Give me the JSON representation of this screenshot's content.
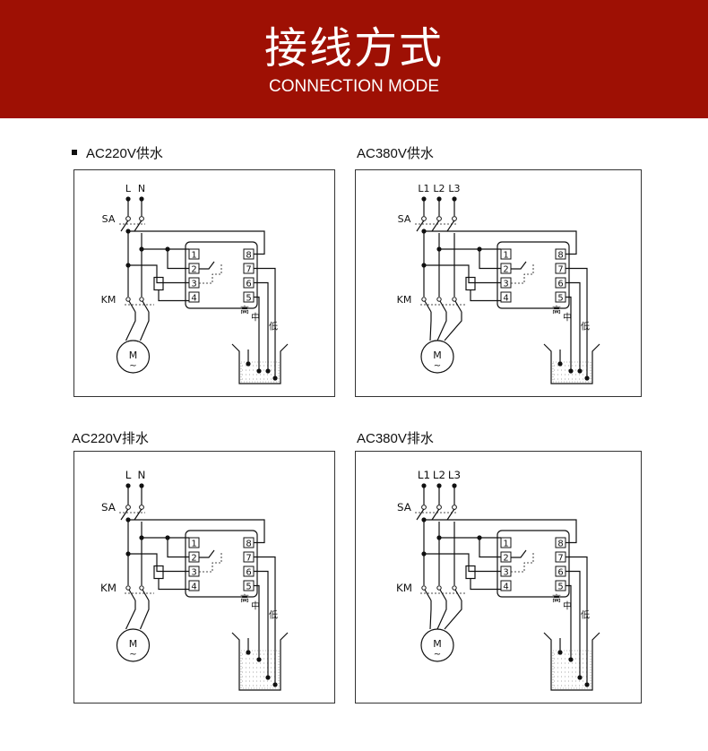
{
  "header": {
    "title": "接线方式",
    "subtitle": "CONNECTION MODE"
  },
  "colors": {
    "banner": "#9e1004",
    "banner_text": "#ffffff",
    "line": "#111111"
  },
  "panels": [
    {
      "caption": "AC220V供水",
      "supply": [
        "L",
        "N"
      ],
      "switch_label": "SA",
      "contactor_label": "KM",
      "motor_label": "M",
      "motor_symbol": "~",
      "terminals_left": [
        "1",
        "2",
        "3",
        "4"
      ],
      "terminals_right": [
        "8",
        "7",
        "6",
        "5"
      ],
      "levels": [
        "高",
        "中",
        "低"
      ]
    },
    {
      "caption": "AC380V供水",
      "supply": [
        "L1",
        "L2",
        "L3"
      ],
      "switch_label": "SA",
      "contactor_label": "KM",
      "motor_label": "M",
      "motor_symbol": "~",
      "terminals_left": [
        "1",
        "2",
        "3",
        "4"
      ],
      "terminals_right": [
        "8",
        "7",
        "6",
        "5"
      ],
      "levels": [
        "高",
        "中",
        "低"
      ]
    },
    {
      "caption": "AC220V排水",
      "supply": [
        "L",
        "N"
      ],
      "switch_label": "SA",
      "contactor_label": "KM",
      "motor_label": "M",
      "motor_symbol": "~",
      "terminals_left": [
        "1",
        "2",
        "3",
        "4"
      ],
      "terminals_right": [
        "8",
        "7",
        "6",
        "5"
      ],
      "levels": [
        "高",
        "中",
        "低"
      ]
    },
    {
      "caption": "AC380V排水",
      "supply": [
        "L1",
        "L2",
        "L3"
      ],
      "switch_label": "SA",
      "contactor_label": "KM",
      "motor_label": "M",
      "motor_symbol": "~",
      "terminals_left": [
        "1",
        "2",
        "3",
        "4"
      ],
      "terminals_right": [
        "8",
        "7",
        "6",
        "5"
      ],
      "levels": [
        "高",
        "中",
        "低"
      ]
    }
  ]
}
